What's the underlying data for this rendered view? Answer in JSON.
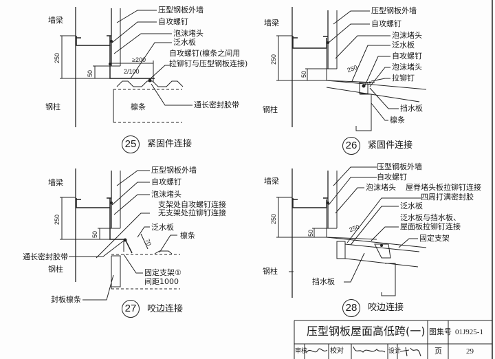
{
  "details": [
    {
      "number": "25",
      "caption": "紧固件连接",
      "labels": {
        "wall_beam": "墙梁",
        "steel_column": "钢柱",
        "outer_wall": "压型钢板外墙",
        "self_tapping_screw": "自攻螺钉",
        "foam_plug": "泡沫堵头",
        "flashing": "泛水板",
        "screw_note_1": "自攻螺钉(檩条之间用",
        "screw_note_2": "拉铆钉与压型钢板连接)",
        "purlin": "檩条",
        "sealing_tape": "通长密封胶带"
      },
      "dimensions": {
        "height": "250",
        "gap": "50",
        "overlap": "≥200",
        "slope": "2/100"
      }
    },
    {
      "number": "26",
      "caption": "紧固件连接",
      "labels": {
        "wall_beam": "墙梁",
        "steel_column": "钢柱",
        "outer_wall": "压型钢板外墙",
        "self_tapping_screw": "自攻螺钉",
        "foam_plug": "泡沫堵头",
        "flashing": "泛水板",
        "self_tapping_screw_2": "自攻螺钉",
        "foam_plug_2": "泡沫堵头",
        "rivet": "拉铆钉",
        "water_stop": "挡水板",
        "purlin": "檩条"
      },
      "dimensions": {
        "height": "250",
        "gap": "50",
        "overlap": "250"
      }
    },
    {
      "number": "27",
      "caption": "咬边连接",
      "labels": {
        "wall_beam": "墙梁",
        "steel_column": "钢柱",
        "outer_wall": "压型钢板外墙",
        "self_tapping_screw": "自攻螺钉",
        "foam_plug": "泡沫堵头",
        "bracket_note_1": "支架处自攻螺钉连接",
        "bracket_note_2": "无支架处拉铆钉连接",
        "flashing": "泛水板",
        "purlin": "檩条",
        "sealing_tape": "通长密封胶带",
        "fixed_bracket": "固定支架①",
        "spacing": "间距1000",
        "closure_purlin": "封板檩条"
      },
      "dimensions": {
        "height": "250",
        "gap": "50",
        "seam": "70"
      }
    },
    {
      "number": "28",
      "caption": "咬边连接",
      "labels": {
        "wall_beam": "墙梁",
        "steel_column": "钢柱",
        "outer_wall": "压型钢板外墙",
        "self_tapping_screw": "自攻螺钉",
        "foam_plug": "泡沫堵头",
        "ridge_note_1": "屋脊堵头板拉铆钉连接",
        "ridge_note_2": "四周打满密封胶",
        "flashing": "泛水板",
        "flashing_note_1": "泛水板与挡水板、",
        "flashing_note_2": "屋面板拉铆钉连接",
        "fixed_bracket": "固定支架",
        "water_stop": "挡水板"
      },
      "dimensions": {
        "height": "250",
        "gap": "50",
        "overlap": "250"
      }
    }
  ],
  "title_block": {
    "title": "压型钢板屋面高低跨(一)",
    "atlas_label": "图集号",
    "atlas_no": "01J925-1",
    "review_label": "审核",
    "check_label": "校对",
    "design_label": "设计",
    "page_label": "页",
    "page_no": "29"
  }
}
